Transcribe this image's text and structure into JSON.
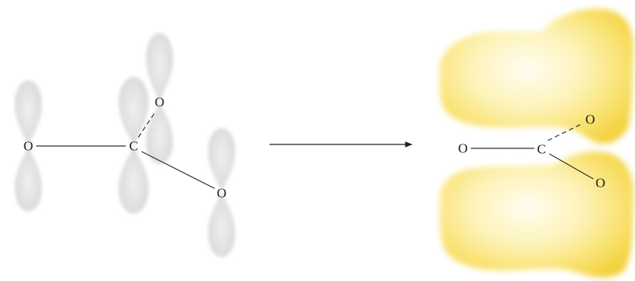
{
  "colors": {
    "p_orbital": "#dcdcdc",
    "pi_cloud": "#f7dd4f",
    "pi_cloud_core": "#fffbe6",
    "bond": "#333333",
    "label": "#1a1a1a"
  },
  "left_structure": {
    "atom_o_left": "O",
    "atom_c": "C",
    "atom_o_top": "O",
    "atom_o_right": "O"
  },
  "right_structure": {
    "atom_o_left": "O",
    "atom_c": "C",
    "atom_o_top": "O",
    "atom_o_bottom": "O"
  }
}
